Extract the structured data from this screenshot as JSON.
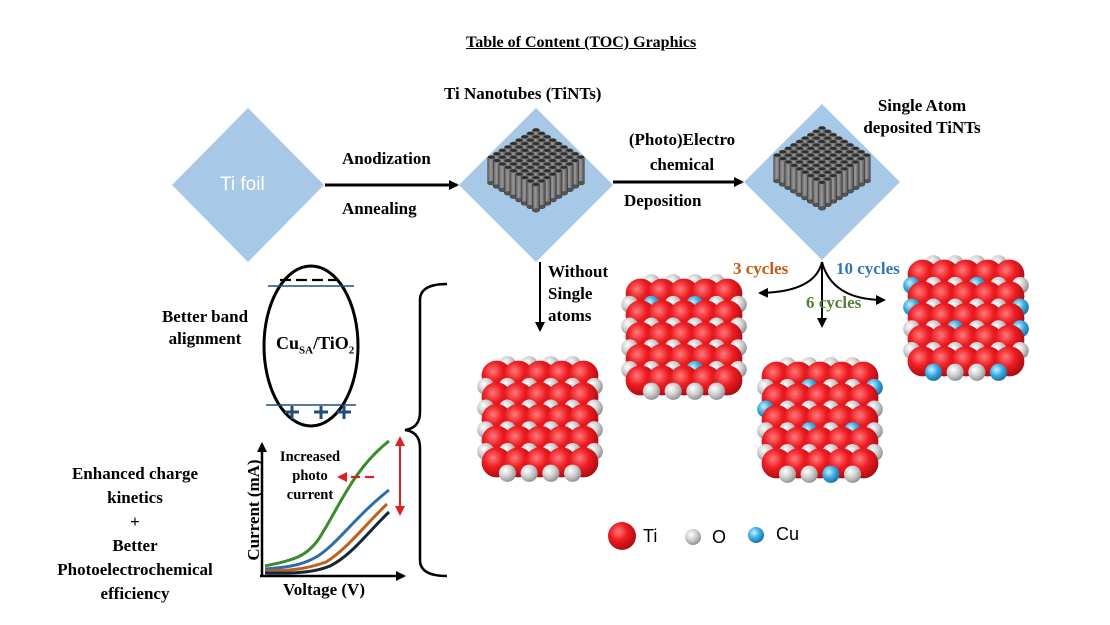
{
  "title": "Table of Content (TOC) Graphics",
  "nodes": {
    "ti_foil": "Ti foil",
    "tints": "Ti Nanotubes (TiNTs)",
    "single_atom": [
      "Single Atom",
      "deposited TiNTs"
    ]
  },
  "arrows": {
    "anodization": "Anodization",
    "annealing": "Annealing",
    "photo_line1": "(Photo)Electro",
    "photo_line2": "chemical",
    "deposition": "Deposition",
    "without": [
      "Without",
      "Single",
      "atoms"
    ],
    "cycles_3": "3 cycles",
    "cycles_6": "6 cycles",
    "cycles_10": "10 cycles"
  },
  "band": {
    "title": [
      "Better band",
      "alignment"
    ],
    "label_main": "Cu",
    "label_sub": "SA",
    "label_rest": "/TiO",
    "label_sub2": "2"
  },
  "kinetics": {
    "lines": [
      "Enhanced charge",
      "kinetics",
      "+",
      "Better",
      "Photoelectrochemical",
      "efficiency"
    ]
  },
  "graph": {
    "ylabel": "Current (mA)",
    "xlabel": "Voltage (V)",
    "annotation": [
      "Increased",
      "photo",
      "current"
    ]
  },
  "legend": [
    {
      "label": "Ti",
      "color": "#e8141b"
    },
    {
      "label": "O",
      "color": "#c8c8c8"
    },
    {
      "label": "Cu",
      "color": "#3ab0e4"
    }
  ],
  "colors": {
    "diamond": "#a8c8e8",
    "ti": "#e8141b",
    "o": "#c8c8c8",
    "cu": "#3ab0e4",
    "cycles_3": "#c55a11",
    "cycles_6": "#538135",
    "cycles_10": "#2e75b6",
    "curve_green": "#3a8a2e",
    "curve_blue": "#2e6ea8",
    "curve_orange": "#c0601e",
    "curve_dark": "#16273a",
    "red_arrow": "#e02020"
  }
}
